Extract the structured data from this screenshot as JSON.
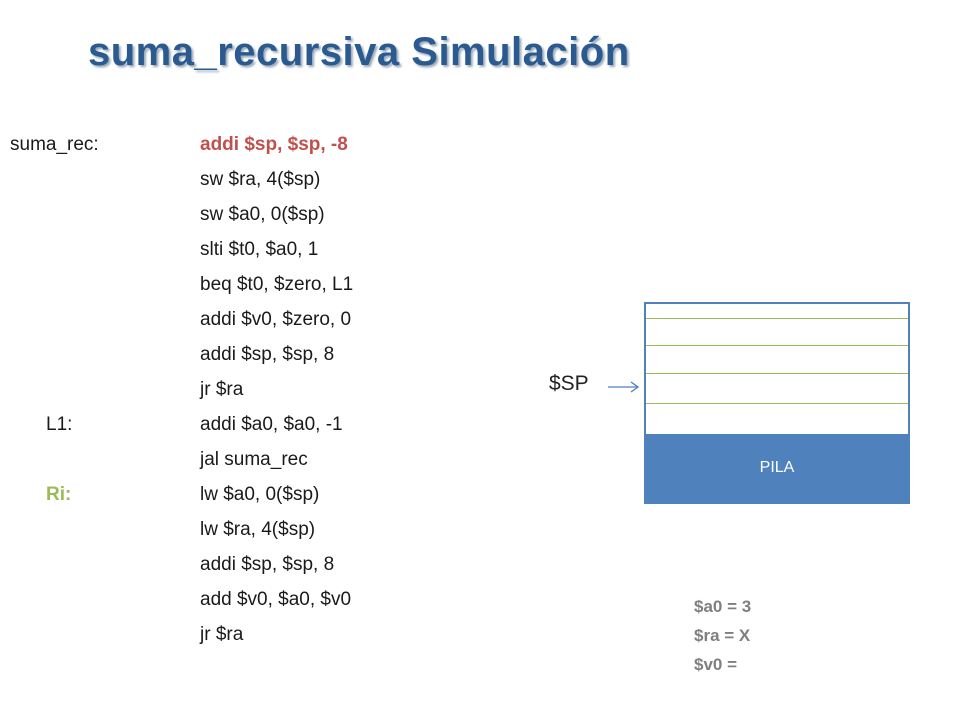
{
  "title": "suma_recursiva  Simulación",
  "code": [
    {
      "label": "suma_rec:",
      "instruction": "addi $sp, $sp, -8"
    },
    {
      "label": "",
      "instruction": "sw $ra, 4($sp)"
    },
    {
      "label": "",
      "instruction": "sw $a0, 0($sp)"
    },
    {
      "label": "",
      "instruction": "slti $t0, $a0, 1"
    },
    {
      "label": "",
      "instruction": "beq $t0, $zero, L1"
    },
    {
      "label": "",
      "instruction": "addi $v0, $zero, 0"
    },
    {
      "label": "",
      "instruction": "addi $sp, $sp, 8"
    },
    {
      "label": "",
      "instruction": "jr $ra"
    },
    {
      "label": "L1:",
      "instruction": "addi $a0, $a0, -1"
    },
    {
      "label": "",
      "instruction": "jal suma_rec"
    },
    {
      "label": "Ri:",
      "instruction": "lw $a0, 0($sp)"
    },
    {
      "label": "",
      "instruction": "lw $ra, 4($sp)"
    },
    {
      "label": "",
      "instruction": "addi $sp, $sp, 8"
    },
    {
      "label": "",
      "instruction": "add $v0, $a0, $v0"
    },
    {
      "label": "",
      "instruction": "jr $ra"
    }
  ],
  "highlighted_instruction_index": 0,
  "stack": {
    "pointer_label": "$SP",
    "base_label": "PILA"
  },
  "registers": {
    "a0": "$a0 = 3",
    "ra": "$ra = X",
    "v0": "$v0 ="
  },
  "colors": {
    "title": "#2a5a8f",
    "highlight": "#c0504d",
    "return_label": "#9bbb59",
    "stack_border": "#4f81bd",
    "stack_lines": "#9bbb59",
    "stack_base": "#4f81bd",
    "registers": "#7f7f7f"
  }
}
